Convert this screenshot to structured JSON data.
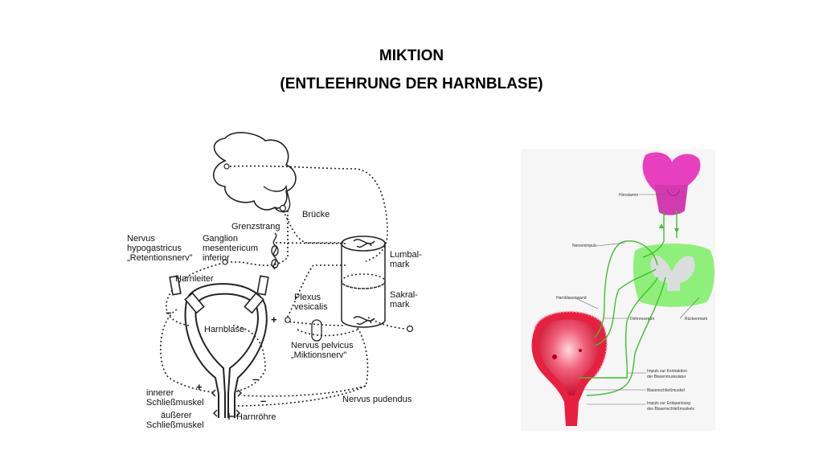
{
  "slide": {
    "title_line1": "MIKTION",
    "title_line2": "(ENTLEEHRUNG DER HARNBLASE)"
  },
  "left_diagram": {
    "labels": {
      "bruecke": "Brücke",
      "grenzstrang": "Grenzstrang",
      "nervus": "Nervus",
      "hypogastricus": "hypogastricus",
      "retentionsnerv": "„Retentionsnerv\"",
      "ganglion": "Ganglion",
      "mesentericum": "mesentericum",
      "inferior": "inferior",
      "harnleiter": "Harnleiter",
      "harnblase": "Harnblase",
      "plexus": "Plexus",
      "vesicalis": "vesicalis",
      "lumbal": "Lumbal-",
      "lumbal_mark": "mark",
      "sakral": "Sakral-",
      "sakral_mark": "mark",
      "nervus_pelvicus": "Nervus pelvicus",
      "miktionsnerv": "„Miktionsnerv\"",
      "innerer": "innerer",
      "schliessmuskel1": "Schließmuskel",
      "aeusserer": "äußerer",
      "schliessmuskel2": "Schließmuskel",
      "harnroehre": "Harnröhre",
      "nervus_pudendus": "Nervus pudendus"
    },
    "signs": {
      "plus": "+",
      "minus": "–"
    }
  },
  "right_diagram": {
    "labels": {
      "hirnstamm": "Hirnstamm",
      "nervenimpuls": "Nervenimpuls",
      "harnblasenwand": "Harnblasenwand",
      "dehnrezeptor": "Dehnrezeptor",
      "rueckenmark": "Rückenmark",
      "impuls_kontraktion_1": "Impuls zur Kontraktion",
      "impuls_kontraktion_2": "der Blasenmuskulatur",
      "blasenschliessmuskel": "Blasenschließmuskel",
      "impuls_entspannung_1": "Impuls zur Entspannung",
      "impuls_entspannung_2": "des Blasenschließmuskels"
    },
    "colors": {
      "brain": "#e83fbf",
      "spinal_cord": "#8ef07a",
      "bladder": "#e8203f",
      "nerve": "#3fbf2f"
    }
  }
}
